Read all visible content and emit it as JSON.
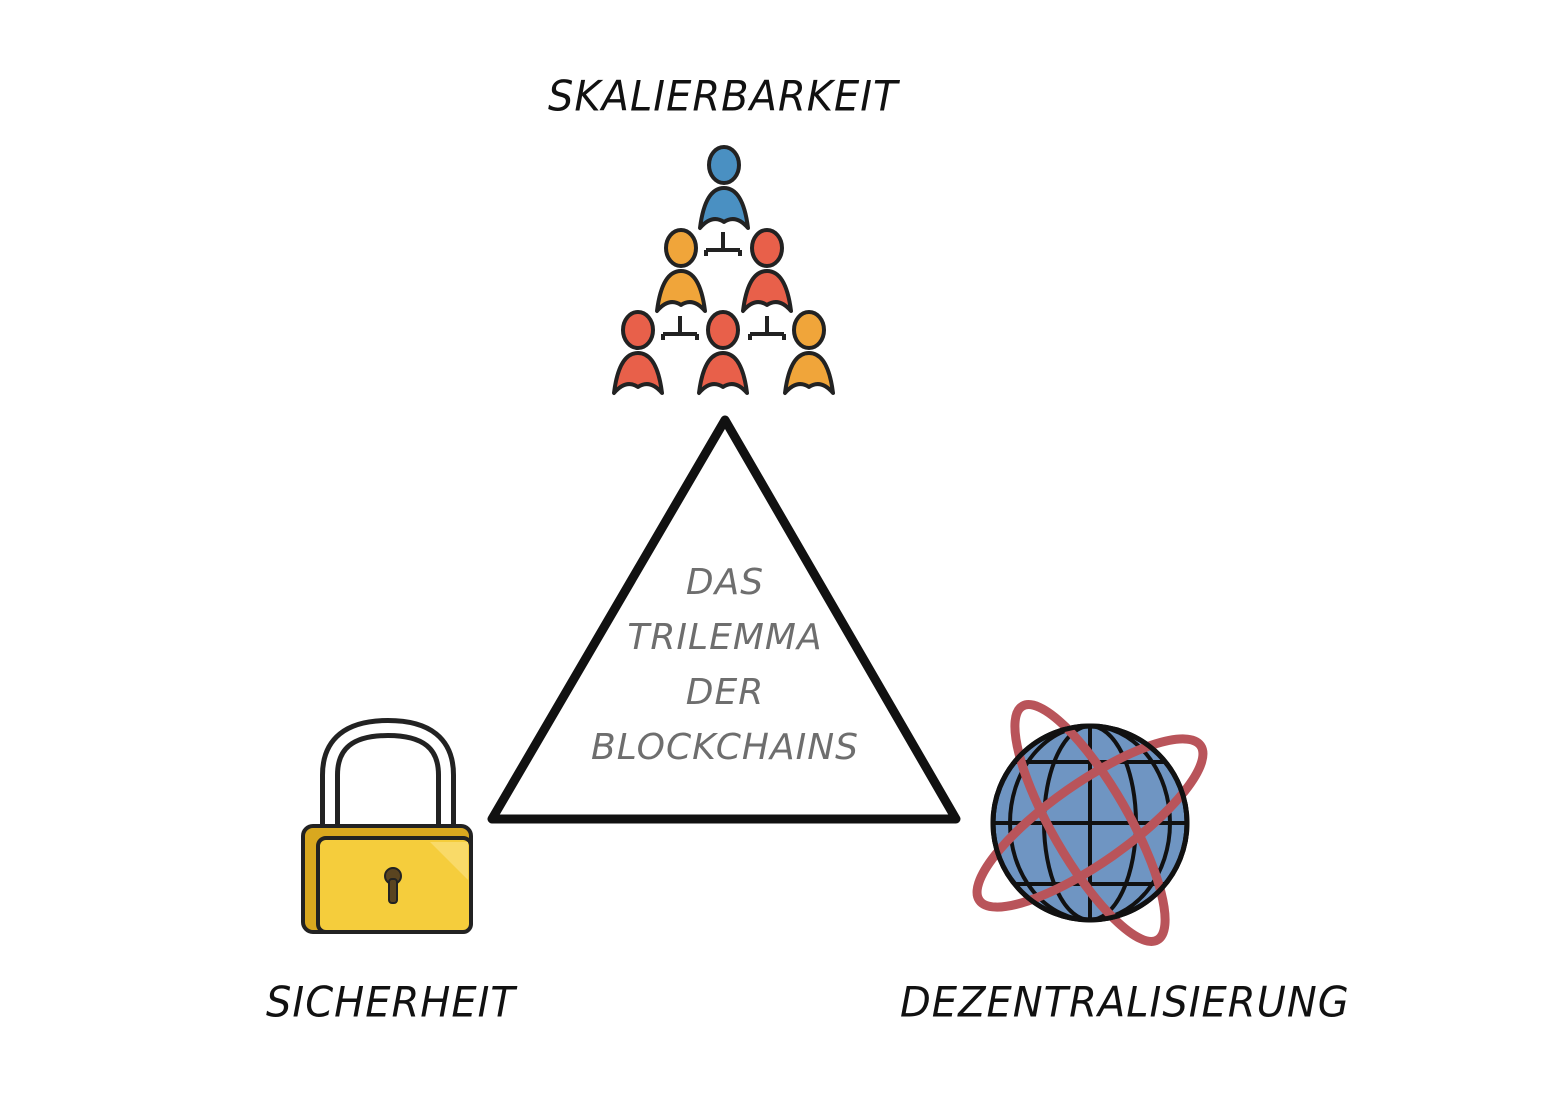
{
  "diagram": {
    "top_label": "SKALIERBARKEIT",
    "left_label": "SICHERHEIT",
    "right_label": "DEZENTRALISIERUNG",
    "center_lines": [
      "DAS",
      "TRILEMMA",
      "DER",
      "BLOCKCHAINS"
    ]
  },
  "icons": {
    "top": "people-hierarchy-icon",
    "left": "padlock-icon",
    "right": "globe-orbits-icon"
  },
  "colors": {
    "outline": "#111111",
    "person_blue": "#4a90c2",
    "person_orange": "#f0a53a",
    "person_red": "#e8604a",
    "lock_gold": "#f5cd3c",
    "globe_blue": "#6f95c2",
    "orbit_red": "#b9545a",
    "center_text": "#6e6e6e"
  }
}
